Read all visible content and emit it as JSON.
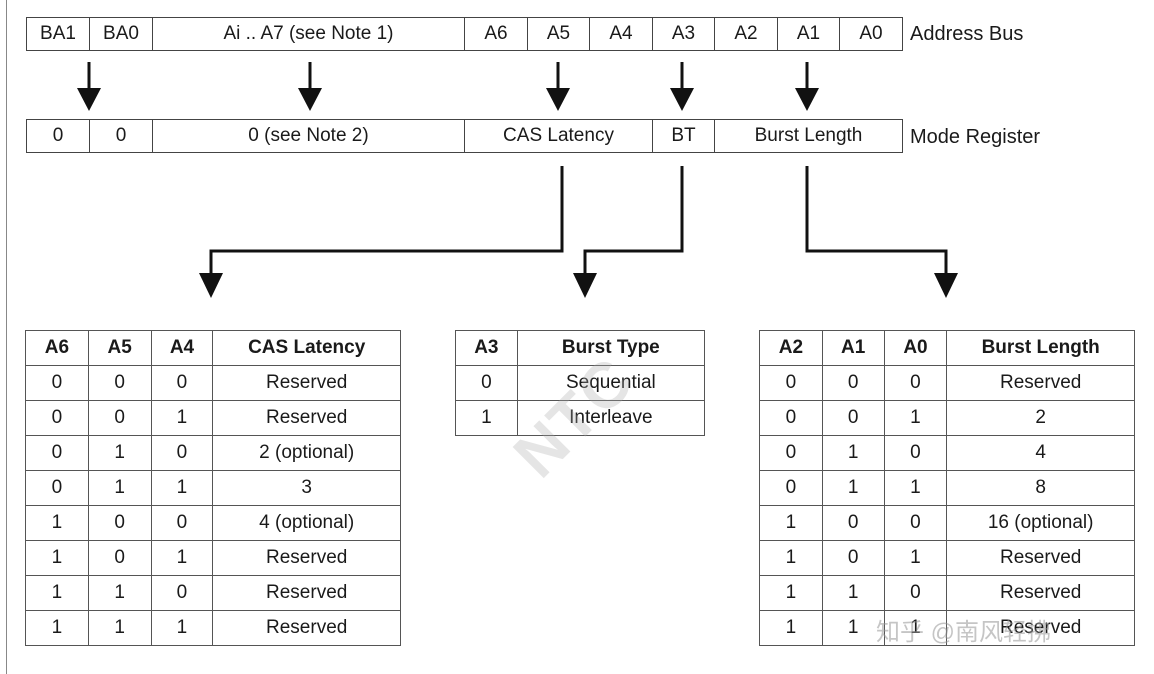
{
  "address_bus": {
    "label": "Address Bus",
    "cells": [
      "BA1",
      "BA0",
      "Ai .. A7  (see Note 1)",
      "A6",
      "A5",
      "A4",
      "A3",
      "A2",
      "A1",
      "A0"
    ]
  },
  "mode_register": {
    "label": "Mode Register",
    "cells": [
      "0",
      "0",
      "0  (see Note 2)",
      "CAS Latency",
      "BT",
      "Burst Length"
    ]
  },
  "cas_table": {
    "headers": [
      "A6",
      "A5",
      "A4",
      "CAS Latency"
    ],
    "rows": [
      [
        "0",
        "0",
        "0",
        "Reserved"
      ],
      [
        "0",
        "0",
        "1",
        "Reserved"
      ],
      [
        "0",
        "1",
        "0",
        "2 (optional)"
      ],
      [
        "0",
        "1",
        "1",
        "3"
      ],
      [
        "1",
        "0",
        "0",
        "4 (optional)"
      ],
      [
        "1",
        "0",
        "1",
        "Reserved"
      ],
      [
        "1",
        "1",
        "0",
        "Reserved"
      ],
      [
        "1",
        "1",
        "1",
        "Reserved"
      ]
    ]
  },
  "burst_type_table": {
    "headers": [
      "A3",
      "Burst Type"
    ],
    "rows": [
      [
        "0",
        "Sequential"
      ],
      [
        "1",
        "Interleave"
      ]
    ]
  },
  "burst_length_table": {
    "headers": [
      "A2",
      "A1",
      "A0",
      "Burst Length"
    ],
    "rows": [
      [
        "0",
        "0",
        "0",
        "Reserved"
      ],
      [
        "0",
        "0",
        "1",
        "2"
      ],
      [
        "0",
        "1",
        "0",
        "4"
      ],
      [
        "0",
        "1",
        "1",
        "8"
      ],
      [
        "1",
        "0",
        "0",
        "16 (optional)"
      ],
      [
        "1",
        "0",
        "1",
        "Reserved"
      ],
      [
        "1",
        "1",
        "0",
        "Reserved"
      ],
      [
        "1",
        "1",
        "1",
        "Reserved"
      ]
    ]
  },
  "watermarks": {
    "logo": "NTC",
    "site": "知乎 @南风轻拂"
  },
  "colors": {
    "line": "#111111",
    "border": "#444444"
  }
}
